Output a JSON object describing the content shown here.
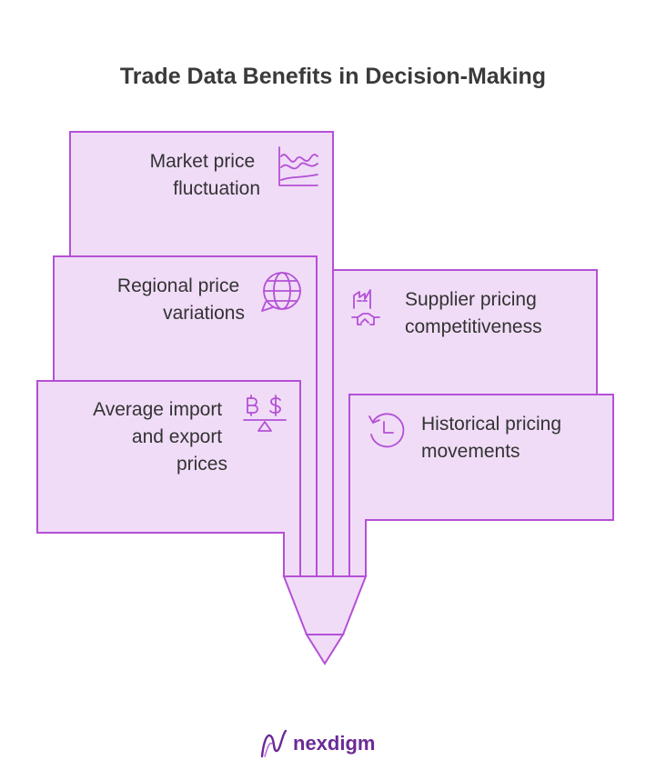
{
  "title": "Trade Data Benefits in Decision-Making",
  "items": [
    {
      "lines": [
        "Market price",
        "fluctuation"
      ],
      "icon": "line-chart-icon"
    },
    {
      "lines": [
        "Regional price",
        "variations"
      ],
      "icon": "globe-icon"
    },
    {
      "lines": [
        "Average import",
        "and export",
        "prices"
      ],
      "icon": "currency-balance-icon"
    },
    {
      "lines": [
        "Supplier pricing",
        "competitiveness"
      ],
      "icon": "handshake-factory-icon"
    },
    {
      "lines": [
        "Historical pricing",
        "movements"
      ],
      "icon": "history-clock-icon"
    }
  ],
  "brand": {
    "name": "nexdigm",
    "icon": "nexdigm-logo-icon"
  },
  "colors": {
    "fill": "#f0dcf7",
    "stroke": "#b450d6",
    "text": "#333333",
    "brand": "#6b2a95"
  }
}
